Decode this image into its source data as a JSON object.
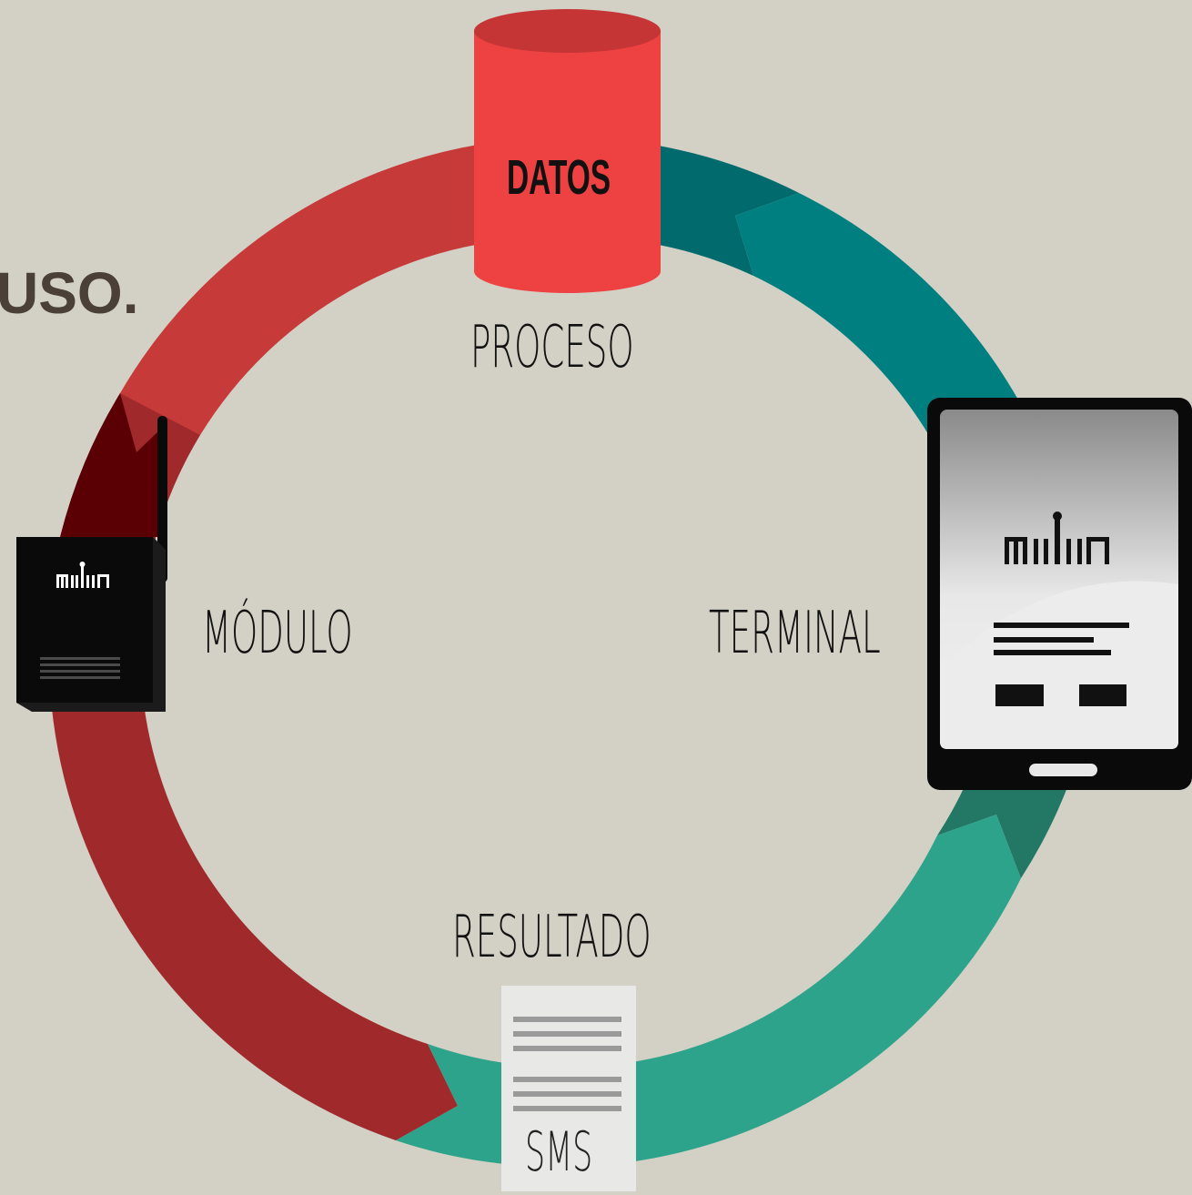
{
  "header": {
    "title_fragment": "USO."
  },
  "diagram": {
    "datos_label": "DATOS",
    "proceso_label": "PROCESO",
    "modulo_label": "MÓDULO",
    "terminal_label": "TERMINAL",
    "resultado_label": "RESULTADO",
    "sms_label": "SMS",
    "brand_logo": "mimin"
  },
  "colors": {
    "background": "#d3d0c5",
    "red_light": "#c63a3a",
    "red_dark": "#a0292c",
    "red_arrow_head": "#5a0004",
    "teal_dark": "#006a6c",
    "teal": "#007f80",
    "teal_light": "#2ea38b",
    "teal_arrow_head": "#227865",
    "cylinder_body": "#ee4142",
    "cylinder_top": "#c53536",
    "text": "#111111",
    "title_text": "#4a4038"
  },
  "icons": [
    "database-cylinder-icon",
    "tablet-terminal-icon",
    "gsm-module-icon",
    "sms-document-icon"
  ]
}
